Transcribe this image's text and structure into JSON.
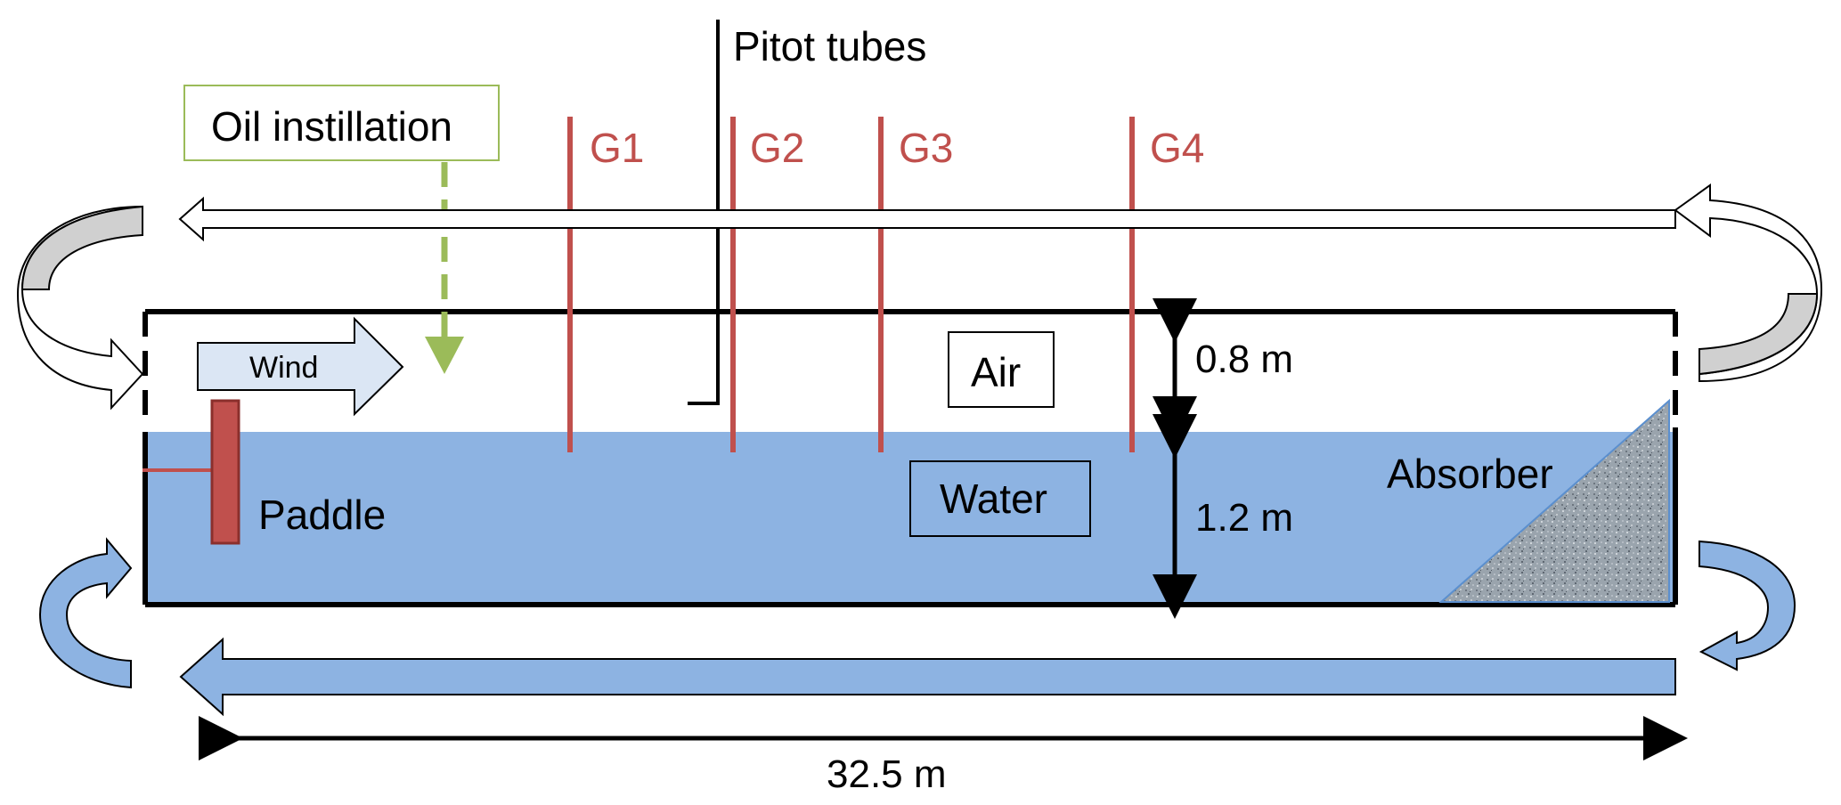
{
  "colors": {
    "water": "#8db3e2",
    "wind_arrow": "#dbe6f4",
    "gauge": "#c0504d",
    "oil": "#9bbb59",
    "return_water_arrow": "#8db3e2",
    "return_air_arrow": "#ffffff",
    "curved_gray": "#d0d0d0",
    "paddle": "#c0504d",
    "absorber": "#9aa4ad"
  },
  "labels": {
    "pitot": "Pitot tubes",
    "oil": "Oil instillation",
    "wind": "Wind",
    "air": "Air",
    "water": "Water",
    "paddle": "Paddle",
    "absorber": "Absorber",
    "air_height": "0.8 m",
    "water_height": "1.2 m",
    "length": "32.5 m"
  },
  "gauges": [
    {
      "name": "G1"
    },
    {
      "name": "G2"
    },
    {
      "name": "G3"
    },
    {
      "name": "G4"
    }
  ],
  "icons": [
    "arrow-icon",
    "curved-arrow-icon",
    "double-arrow-icon"
  ]
}
